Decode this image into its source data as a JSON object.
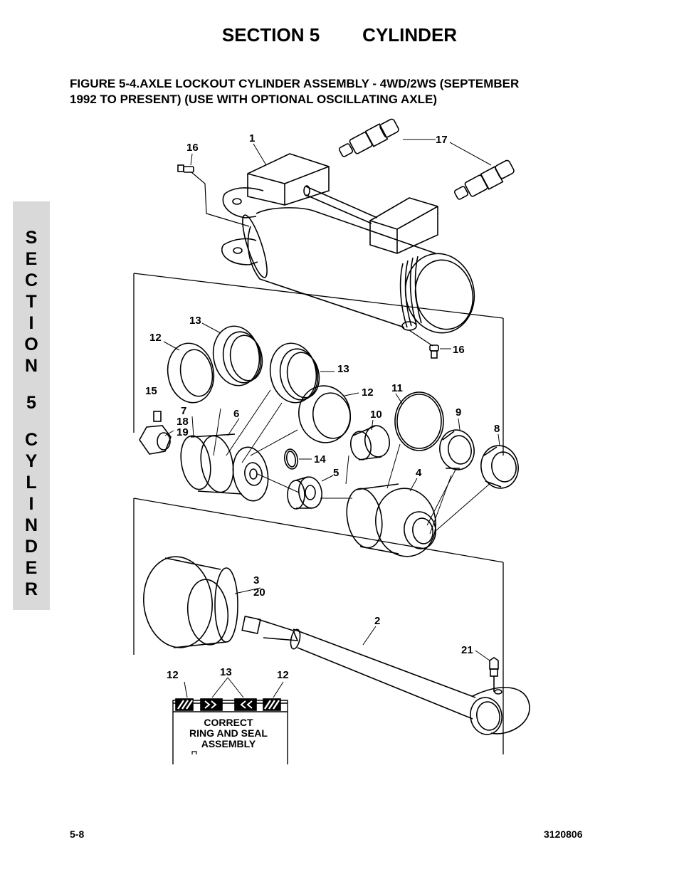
{
  "header": {
    "section": "SECTION 5",
    "title": "CYLINDER"
  },
  "figure": {
    "title_line1": "FIGURE 5-4.AXLE LOCKOUT CYLINDER ASSEMBLY - 4WD/2WS (SEPTEMBER",
    "title_line2": "1992 TO PRESENT) (USE WITH OPTIONAL OSCILLATING AXLE)"
  },
  "side_tab": [
    "S",
    "E",
    "C",
    "T",
    "I",
    "O",
    "N",
    "",
    "5",
    "",
    "C",
    "Y",
    "L",
    "I",
    "N",
    "D",
    "E",
    "R"
  ],
  "callouts": {
    "c1": "1",
    "c2": "2",
    "c3": "3",
    "c4": "4",
    "c5": "5",
    "c6": "6",
    "c7": "7",
    "c8": "8",
    "c9": "9",
    "c10": "10",
    "c11": "11",
    "c12a": "12",
    "c12b": "12",
    "c13a": "13",
    "c13b": "13",
    "c14": "14",
    "c15": "15",
    "c16a": "16",
    "c16b": "16",
    "c17": "17",
    "c18": "18",
    "c19": "19",
    "c20": "20",
    "c21": "21"
  },
  "inset": {
    "label_left": "12",
    "label_mid": "13",
    "label_right": "12",
    "caption_line1": "CORRECT",
    "caption_line2": "RING AND SEAL",
    "caption_line3": "ASSEMBLY"
  },
  "footer": {
    "page": "5-8",
    "doc_number": "3120806"
  }
}
